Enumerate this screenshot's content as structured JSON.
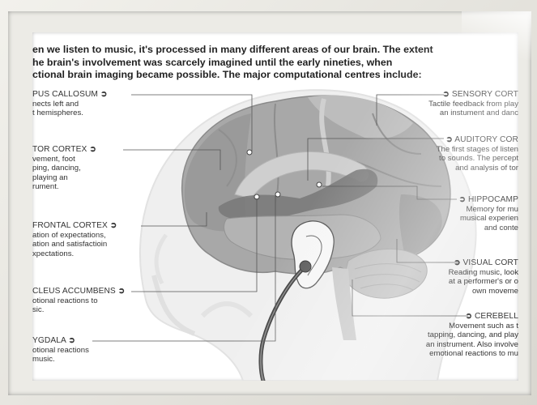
{
  "intro": {
    "line1": "en we listen to music, it's processed in many different areas of our brain. The extent",
    "line2": "he brain's involvement was scarcely imagined until the early nineties, when",
    "line3": "ctional brain imaging became possible. The major computational centres include:"
  },
  "labels_left": [
    {
      "title": "PUS CALLOSUM",
      "lines": [
        "nects left and",
        "t hemispheres."
      ]
    },
    {
      "title": "TOR CORTEX",
      "lines": [
        "vement, foot",
        "ping, dancing,",
        "playing an",
        "rument."
      ]
    },
    {
      "title": "FRONTAL CORTEX",
      "lines": [
        "ation of expectations,",
        "ation and satisfactioin",
        "xpectations."
      ]
    },
    {
      "title": "CLEUS ACCUMBENS",
      "lines": [
        "otional reactions to",
        "sic."
      ]
    },
    {
      "title": "YGDALA",
      "lines": [
        "otional reactions",
        "music."
      ]
    }
  ],
  "labels_right": [
    {
      "title": "SENSORY CORT",
      "lines": [
        "Tactile feedback from play",
        "an instument and danc"
      ]
    },
    {
      "title": "AUDITORY COR",
      "lines": [
        "The first stages of listen",
        "to sounds. The percept",
        "and analysis of tor"
      ]
    },
    {
      "title": "HIPPOCAMP",
      "lines": [
        "Memory for mu",
        "musical experien",
        "and conte"
      ]
    },
    {
      "title": "VISUAL CORT",
      "lines": [
        "Reading music, look",
        "at a performer's or o",
        "own moveme"
      ]
    },
    {
      "title": "CEREBELL",
      "lines": [
        "Movement such as t",
        "tapping, dancing, and play",
        "an instrument. Also involve",
        "emotional reactions to mu"
      ]
    }
  ],
  "arrow_glyph": "➲",
  "colors": {
    "brain_dark": "#7f7f7f",
    "brain_mid": "#a6a6a6",
    "brain_light": "#c9c9c9",
    "head": "#ececec",
    "line": "#555555"
  }
}
